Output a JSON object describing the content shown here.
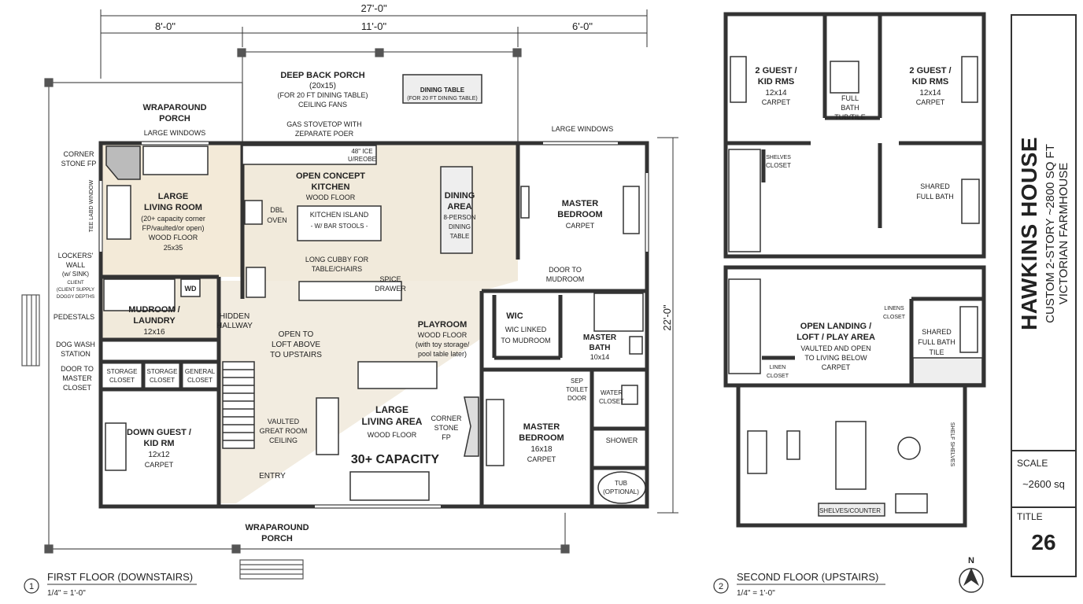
{
  "dimensions": {
    "overall": "27'-0\"",
    "seg_left": "8'-0\"",
    "seg_mid": "11'-0\"",
    "seg_right": "6'-0\"",
    "side": "22'-0\""
  },
  "first_floor": {
    "porch_back": [
      "DEEP BACK PORCH",
      "(20x15)",
      "(FOR 20 FT DINING TABLE)",
      "CEILING FANS"
    ],
    "dining_table": [
      "DINING TABLE",
      "(FOR 20 FT DINING TABLE)"
    ],
    "wraparound_top": [
      "WRAPAROUND",
      "PORCH"
    ],
    "wraparound_bottom": [
      "WRAPAROUND",
      "PORCH"
    ],
    "large_windows_left": "LARGE WINDOWS",
    "large_windows_right": "LARGE WINDOWS",
    "stovetop": [
      "GAS STOVETOP WITH",
      "ZEPARATE POER"
    ],
    "ice": [
      "48\" ICE",
      "U/REOBE"
    ],
    "corner_fp": [
      "CORNER",
      "STONE FP"
    ],
    "side_window": "TEE LABD WINDOW",
    "living": [
      "LARGE",
      "LIVING ROOM",
      "(20+ capacity corner",
      "FP/vaulted/or open)",
      "WOOD FLOOR",
      "25x35"
    ],
    "kitchen": [
      "OPEN CONCEPT",
      "KITCHEN",
      "WOOD FLOOR"
    ],
    "island": [
      "KITCHEN ISLAND",
      "- W/ BAR STOOLS -"
    ],
    "dbl_oven": [
      "DBL",
      "OVEN"
    ],
    "dining_area": [
      "DINING",
      "AREA",
      "8-PERSON",
      "DINING",
      "TABLE"
    ],
    "cubby": [
      "LONG CUBBY FOR",
      "TABLE/CHAIRS"
    ],
    "spice": [
      "SPICE",
      "DRAWER"
    ],
    "master_bed_top": [
      "MASTER",
      "BEDROOM",
      "CARPET"
    ],
    "door_mudroom": [
      "DOOR TO",
      "MUDROOM"
    ],
    "lockers": [
      "LOCKERS'",
      "WALL",
      "(w/ SINK)",
      "CLIENT",
      "(CLIENT SUPPLY",
      "DOGGY DEPTHS"
    ],
    "wd": "WD",
    "mudroom": [
      "MUDROOM /",
      "LAUNDRY",
      "12x16"
    ],
    "hidden": [
      "HIDDEN",
      "HALLWAY"
    ],
    "pedestals": "PEDESTALS",
    "dog_wash": [
      "DOG WASH",
      "STATION"
    ],
    "door_master_closet": [
      "DOOR TO",
      "MASTER",
      "CLOSET"
    ],
    "open_loft": [
      "OPEN TO",
      "LOFT ABOVE",
      "TO UPSTAIRS"
    ],
    "playroom": [
      "PLAYROOM",
      "WOOD FLOOR",
      "(with toy storage/",
      "pool table later)"
    ],
    "wic": "WIC",
    "wic_linked": [
      "WIC LINKED",
      "TO MUDROOM"
    ],
    "master_bath": [
      "MASTER",
      "BATH",
      "10x14"
    ],
    "storage1": [
      "STORAGE",
      "CLOSET"
    ],
    "storage2": [
      "STORAGE",
      "CLOSET"
    ],
    "general": [
      "GENERAL",
      "CLOSET"
    ],
    "sep_toilet": [
      "SEP",
      "TOILET",
      "DOOR"
    ],
    "water_closet": [
      "WATER",
      "CLOSET"
    ],
    "down_guest": [
      "DOWN GUEST /",
      "KID RM",
      "12x12",
      "CARPET"
    ],
    "vaulted": [
      "VAULTED",
      "GREAT ROOM",
      "CEILING"
    ],
    "large_living": [
      "LARGE",
      "LIVING AREA",
      "WOOD FLOOR"
    ],
    "corner_fp2": [
      "CORNER",
      "STONE",
      "FP"
    ],
    "master_bed2": [
      "MASTER",
      "BEDROOM",
      "16x18",
      "CARPET"
    ],
    "shower": "SHOWER",
    "capacity": "30+ CAPACITY",
    "entry": "ENTRY",
    "tub": [
      "TUB",
      "(OPTIONAL)"
    ],
    "caption_num": "1",
    "caption": "FIRST FLOOR (DOWNSTAIRS)",
    "caption_scale": "1/4\" = 1'-0\""
  },
  "second_floor": {
    "guest_left": [
      "2 GUEST /",
      "KID RMS",
      "12x14",
      "CARPET"
    ],
    "guest_right": [
      "2 GUEST /",
      "KID RMS",
      "12x14",
      "CARPET"
    ],
    "full_bath": [
      "FULL",
      "BATH",
      "TUB/TILE"
    ],
    "shelves_closet": [
      "SHELVES",
      "CLOSET"
    ],
    "shared_bath_top": [
      "SHARED",
      "FULL BATH"
    ],
    "linens_closet": [
      "LINENS",
      "CLOSET"
    ],
    "landing": [
      "OPEN LANDING /",
      "LOFT / PLAY AREA",
      "VAULTED AND OPEN",
      "TO LIVING BELOW",
      "CARPET"
    ],
    "shared_bath_bottom": [
      "SHARED",
      "FULL BATH",
      "TILE"
    ],
    "linen_closet": [
      "LINEN",
      "CLOSET"
    ],
    "shelves_counter": "SHELVES/COUNTER",
    "shelf_side": "SHELF SHELVES",
    "caption_num": "2",
    "caption": "SECOND FLOOR (UPSTAIRS)",
    "caption_scale": "1/4\" = 1'-0\""
  },
  "north": "N",
  "title_block": {
    "title": "HAWKINS HOUSE",
    "subtitle": "CUSTOM 2-STORY ~2800 SQ FT",
    "style": "VICTORIAN FARMHOUSE",
    "scale_label": "SCALE",
    "scale_value": "~2600 sq",
    "title_label": "TITLE",
    "number": "26"
  }
}
